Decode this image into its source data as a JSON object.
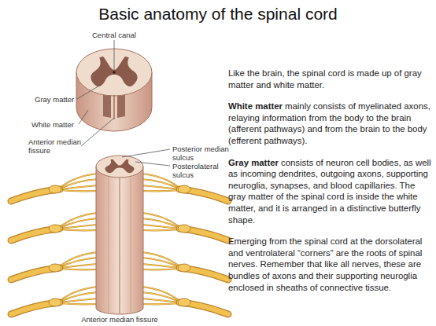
{
  "diagram": {
    "title": "Basic anatomy of the spinal cord",
    "labels": [
      "Central canal",
      "Gray matter",
      "White matter",
      "Anterior median fissure",
      "Posterior median sulcus",
      "Posterolateral sulcus",
      "Anterior median fissure",
      "Like the brain, the spinal cord is made up of gray matter and white matter.",
      "White matter",
      "mainly consists of myelinated axons, relaying information from the body to the brain (afferent pathways) and from the brain to the body (efferent pathways).",
      "Gray matter",
      "consists of neuron cell bodies, as well as incoming dendrites, outgoing axons, supporting neuroglia, synapses, and blood capillaries. The gray matter of the spinal cord is inside the white matter, and it is arranged in a distinctive butterfly shape.",
      "Emerging from the spinal cord at the dorsolateral and ventrolateral “corners” are the roots of spinal nerves. Remember that like all nerves, these are bundles of axons and their supporting neuroglia enclosed in sheaths of connective tissue."
    ]
  }
}
